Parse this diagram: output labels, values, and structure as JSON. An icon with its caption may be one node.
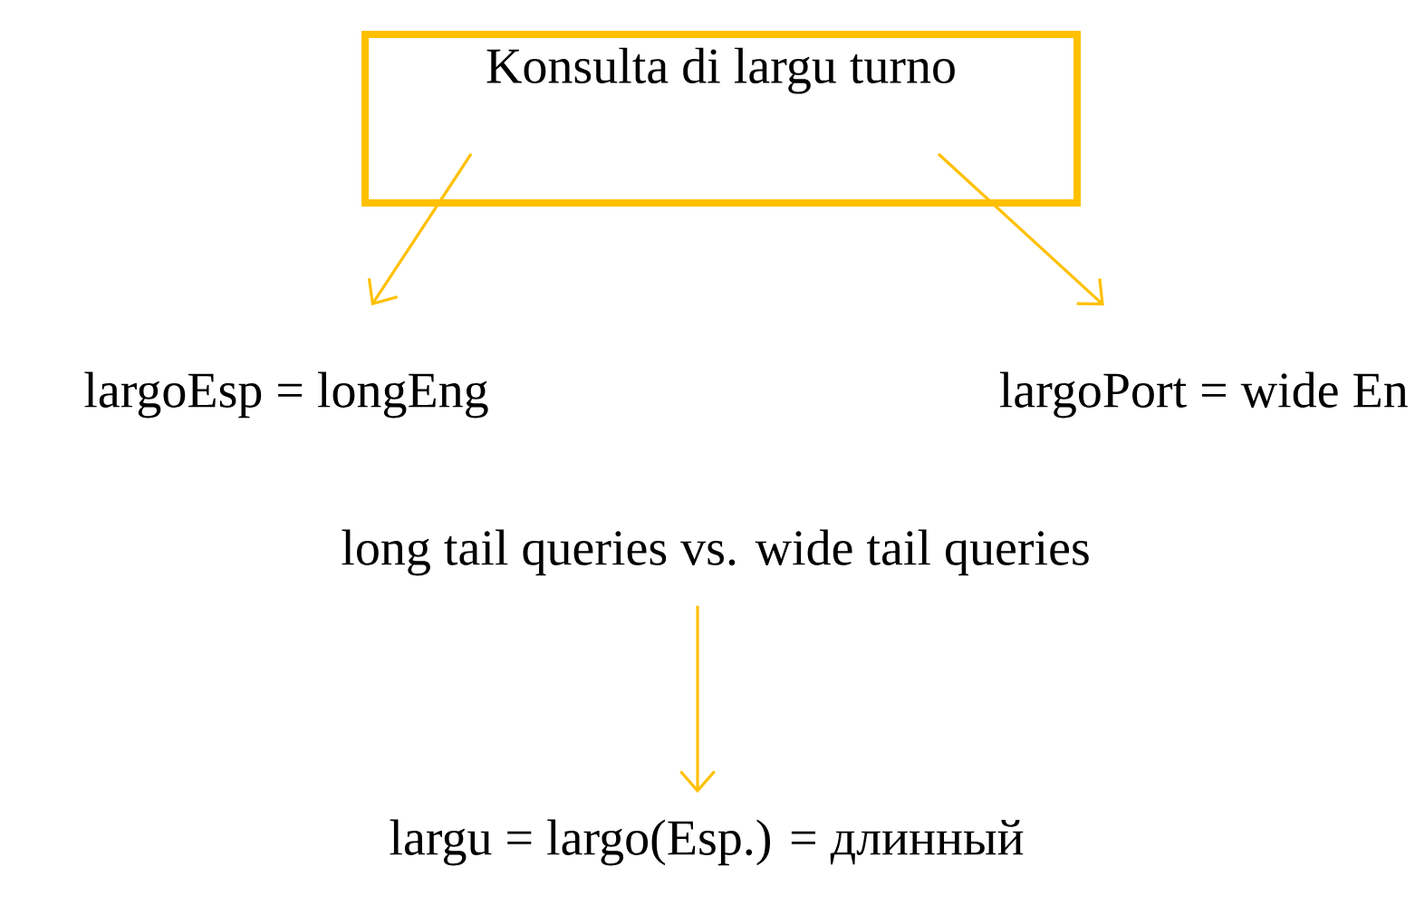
{
  "diagram": {
    "nodes": [
      {
        "text": [
          "Konsulta di largu turno"
        ]
      },
      {
        "text": [
          "largoEsp = longEng"
        ]
      },
      {
        "text": [
          "largoPort = wide En"
        ]
      },
      {
        "text": [
          "long tail queries vs. wide tail queries"
        ]
      },
      {
        "text": [
          "largu = largo(Esp.) = длинный"
        ]
      }
    ],
    "edges": [
      {
        "from": 0,
        "to": 1,
        "arrow": "to",
        "color": "#ffc000"
      },
      {
        "from": 0,
        "to": 2,
        "arrow": "to",
        "color": "#ffc000"
      },
      {
        "from": 3,
        "to": 4,
        "arrow": "to",
        "color": "#ffc000"
      }
    ]
  }
}
